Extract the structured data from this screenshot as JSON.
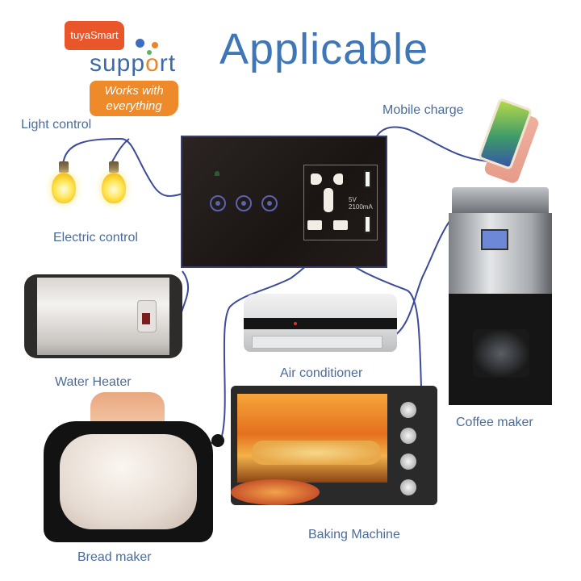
{
  "header": {
    "title": "Applicable",
    "brand": {
      "logo_text": "tuyaSmart",
      "support_pre": "supp",
      "support_o": "o",
      "support_post": "rt",
      "tagline_line1": "Works with",
      "tagline_line2": "everything"
    }
  },
  "switch_panel": {
    "touch_buttons": 3,
    "usb_spec_voltage": "5V",
    "usb_spec_current": "2100mA"
  },
  "labels": {
    "light_control": "Light control",
    "electric_control": "Electric control",
    "mobile_charge": "Mobile charge",
    "water_heater": "Water Heater",
    "air_conditioner": "Air conditioner",
    "coffee_maker": "Coffee maker",
    "baking_machine": "Baking Machine",
    "bread_maker": "Bread maker"
  },
  "colors": {
    "title_blue": "#3f76b5",
    "label_blue": "#4a6c9a",
    "wire": "#3d4a9a",
    "tuya_orange": "#e8562a",
    "tagline_orange": "#ee8a2a"
  }
}
